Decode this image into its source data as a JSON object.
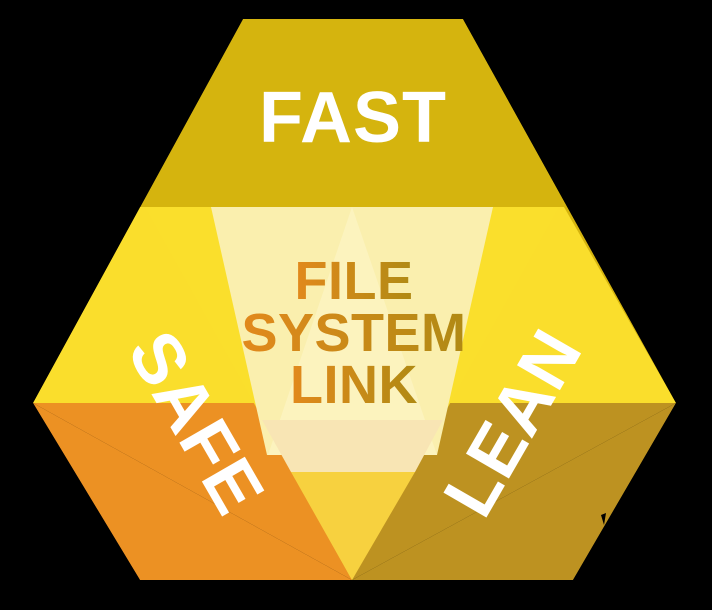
{
  "diagram": {
    "title": "FILE SYSTEM LINK",
    "shape": "hexagon",
    "core": {
      "line1": "FILE",
      "line2": "SYSTEM",
      "line3": "LINK",
      "text_gradient_start": "#E2891C",
      "text_gradient_end": "#B08A14",
      "fill": "#FAEFAE"
    },
    "pillars": [
      {
        "id": "fast",
        "label": "FAST",
        "position": "top",
        "color": "#D5B40E",
        "text_color": "#FFFFFF",
        "rotation": 0
      },
      {
        "id": "safe",
        "label": "SAFE",
        "position": "bottom-left",
        "color": "#EC9123",
        "text_color": "#FFFFFF",
        "rotation": 60
      },
      {
        "id": "lean",
        "label": "LEAN",
        "position": "bottom-right",
        "color": "#BD9221",
        "text_color": "#FFFFFF",
        "rotation": -60
      }
    ],
    "overlap_colors": {
      "yellow_bright": "#FADE2C",
      "cream_light": "#FAEFAE",
      "cream_lighter": "#FCF3BE",
      "cream_deep": "#F8E5B4",
      "yellow_mid": "#F7D13F"
    },
    "background": "#000000"
  }
}
